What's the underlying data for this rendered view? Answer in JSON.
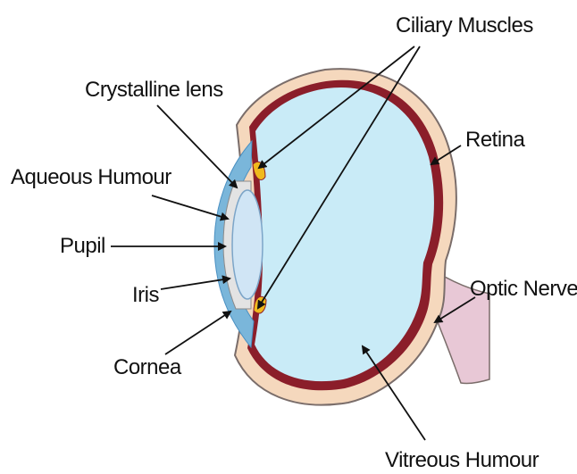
{
  "labels": {
    "ciliary_muscles": "Ciliary Muscles",
    "crystalline_lens": "Crystalline lens",
    "retina": "Retina",
    "aqueous_humour": "Aqueous Humour",
    "pupil": "Pupil",
    "optic_nerve": "Optic Nerve",
    "iris": "Iris",
    "cornea": "Cornea",
    "vitreous_humour": "Vitreous Humour"
  },
  "colors": {
    "sclera": "#f5d8bd",
    "choroid": "#8b1e2a",
    "vitreous": "#c9ebf7",
    "lens": "#d0e5f5",
    "cornea": "#7ab6da",
    "iris": "#e3e3e3",
    "ciliary": "#f0b91d",
    "optic_nerve": "#e8c8d6",
    "outline": "#7a6d6a",
    "arrow": "#111111"
  }
}
